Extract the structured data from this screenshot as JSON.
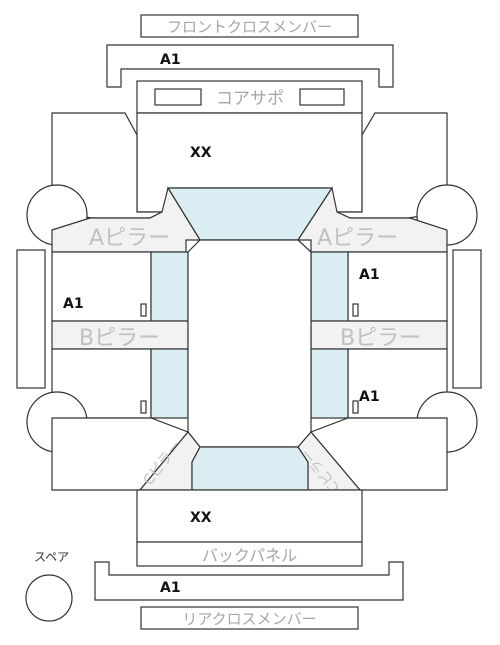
{
  "labels": {
    "front_cross_member": "フロントクロスメンバー",
    "core_support": "コアサポ",
    "a_pillar": "Aピラー",
    "b_pillar": "Bピラー",
    "c_pillar": "Cピラー",
    "back_panel": "バックパネル",
    "rear_cross_member": "リアクロスメンバー",
    "spare": "スペア"
  },
  "grades": {
    "front_cross_member": "A1",
    "hood": "XX",
    "right_front_door": "A1",
    "left_rear_door": "A1",
    "right_rear_door": "A1",
    "trunk": "XX",
    "rear_cross_member": "A1"
  }
}
